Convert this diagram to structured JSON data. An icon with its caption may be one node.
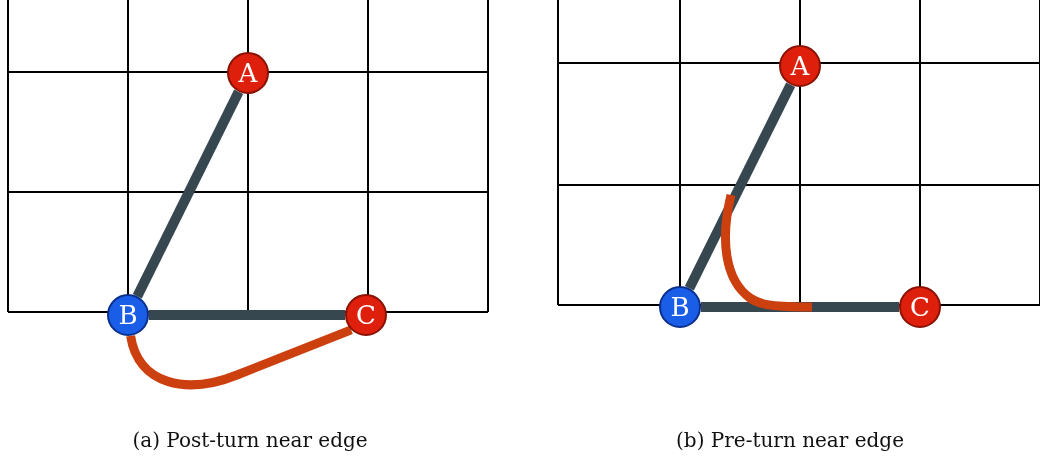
{
  "diagram": {
    "nodes": [
      {
        "text": [
          "A"
        ]
      },
      {
        "text": [
          "B"
        ]
      },
      {
        "text": [
          "C"
        ]
      },
      {
        "text": [
          "A"
        ]
      },
      {
        "text": [
          "B"
        ]
      },
      {
        "text": [
          "C"
        ]
      }
    ],
    "edges": [
      {
        "from": 0,
        "to": 1,
        "arrow": "none"
      },
      {
        "from": 1,
        "to": 2,
        "arrow": "none"
      },
      {
        "from": 1,
        "to": 2,
        "arrow": "none",
        "color": "#cc4010"
      },
      {
        "from": 3,
        "to": 4,
        "arrow": "none"
      },
      {
        "from": 4,
        "to": 5,
        "arrow": "none"
      }
    ],
    "labels": [
      "(a) Post-turn near edge",
      "(b) Pre-turn near edge"
    ]
  }
}
